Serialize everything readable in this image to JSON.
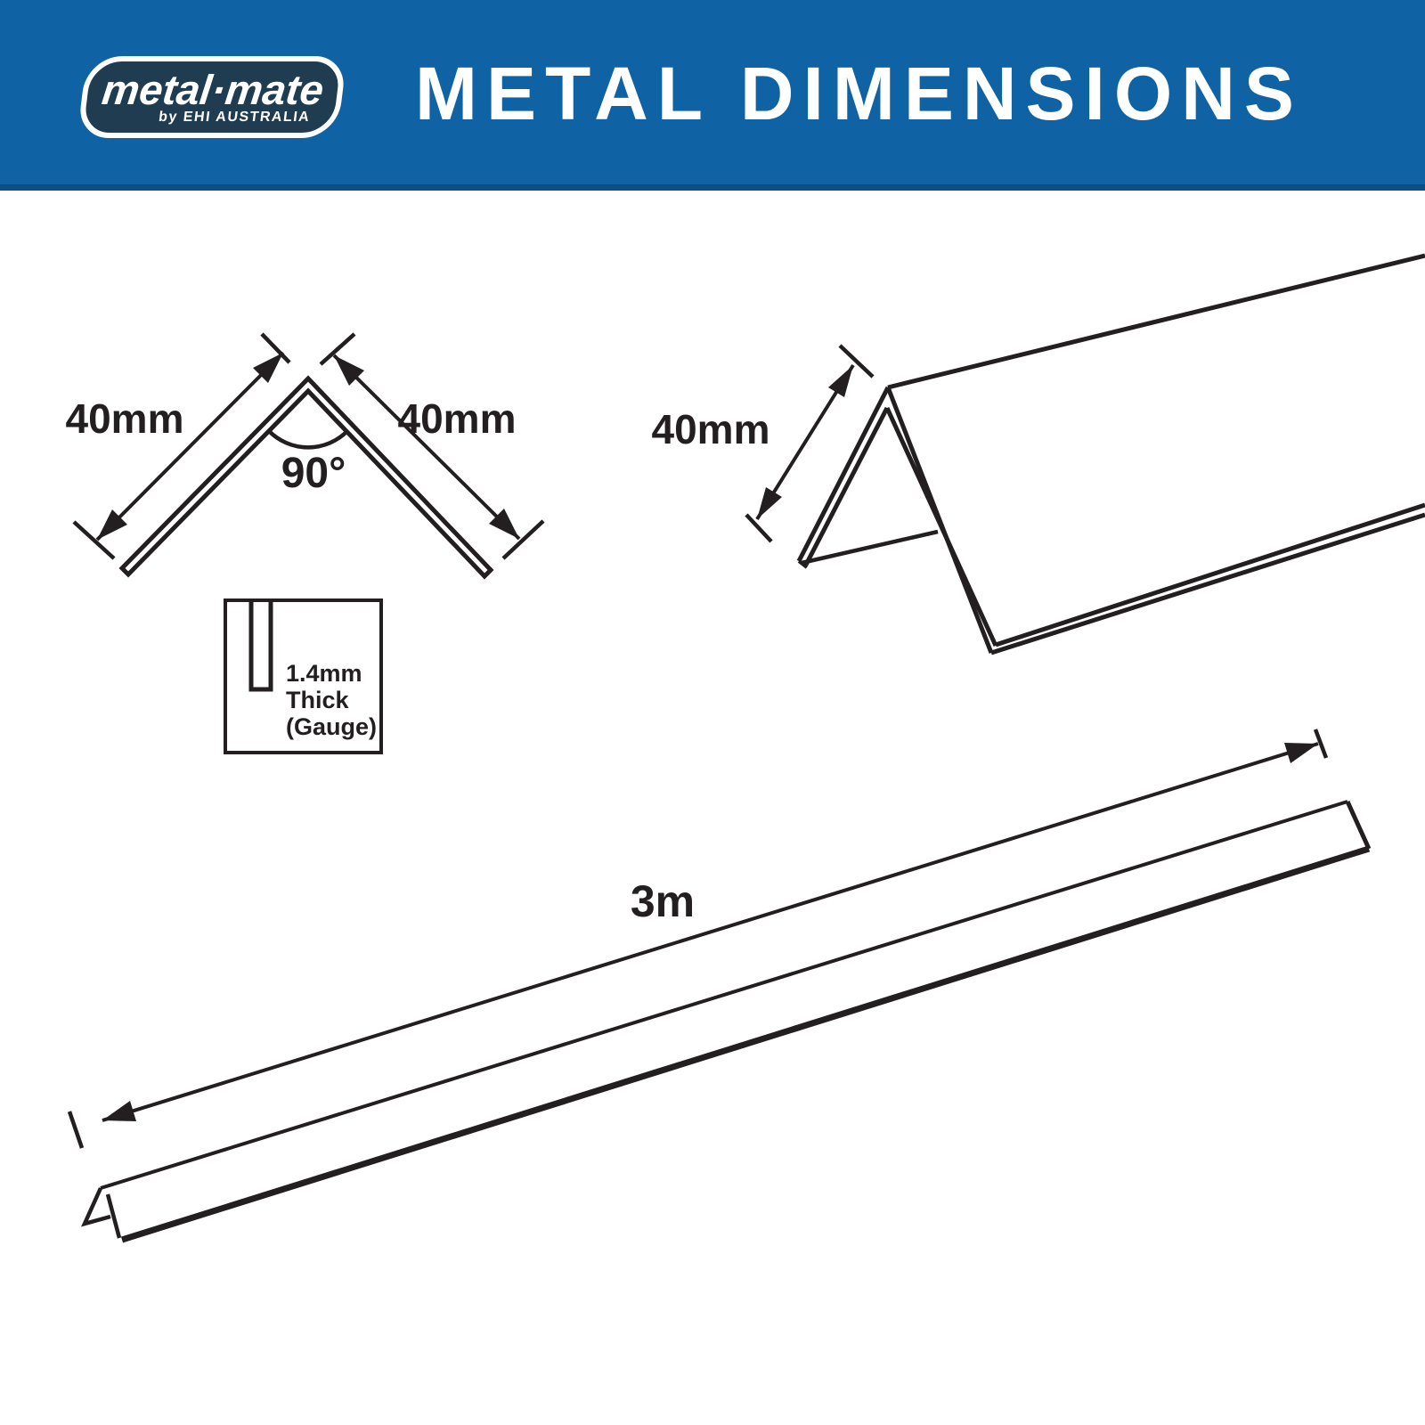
{
  "header": {
    "title": "METAL DIMENSIONS",
    "brand": {
      "name": "metal·mate",
      "byline": "by EHI AUSTRALIA"
    }
  },
  "cross_section": {
    "left_width": "40mm",
    "right_width": "40mm",
    "angle": "90°"
  },
  "thickness": {
    "line1": "1.4mm",
    "line2": "Thick",
    "line3": "(Gauge)"
  },
  "profile3d": {
    "height": "40mm"
  },
  "length_view": {
    "length": "3m"
  },
  "colors": {
    "header_blue": "#0f63a4",
    "header_edge_blue": "#0d4d80",
    "logo_navy": "#203c50",
    "line_black": "#231f20",
    "background": "#ffffff",
    "text_white": "#ffffff"
  }
}
